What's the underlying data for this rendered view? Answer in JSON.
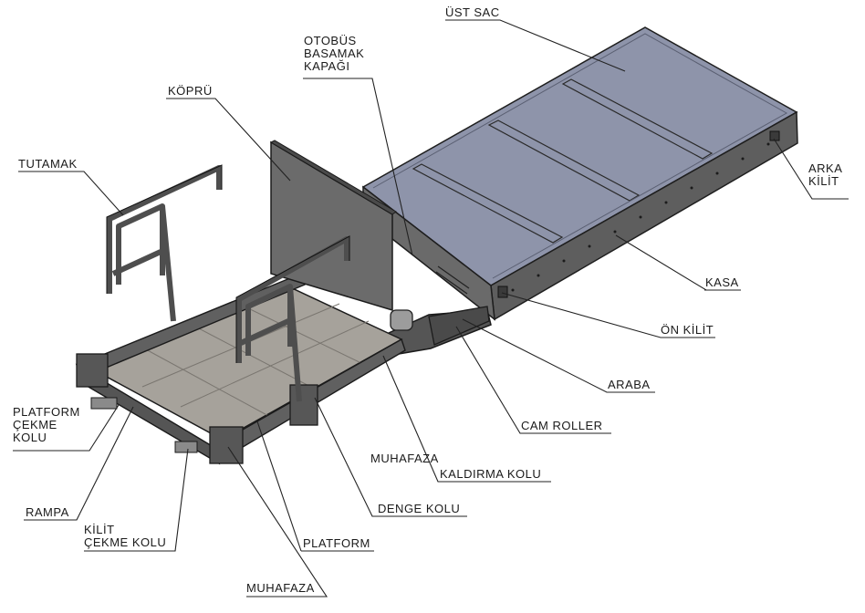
{
  "labels": {
    "ust_sac": "ÜST SAC",
    "otobus": [
      "OTOBÜS",
      "BASAMAK",
      "KAPAĞI"
    ],
    "kopru": "KÖPRÜ",
    "tutamak": "TUTAMAK",
    "arka_kilit": [
      "ARKA",
      "KİLİT"
    ],
    "kasa": "KASA",
    "on_kilit": "ÖN KİLİT",
    "araba": "ARABA",
    "cam_roller": "CAM ROLLER",
    "muhafaza_top": "MUHAFAZA",
    "kaldirma_kolu": "KALDIRMA KOLU",
    "denge_kolu": "DENGE KOLU",
    "platform_cekme": [
      "PLATFORM",
      "ÇEKME",
      "KOLU"
    ],
    "rampa": "RAMPA",
    "kilit_cekme": [
      "KİLİT",
      "ÇEKME KOLU"
    ],
    "platform": "PLATFORM",
    "muhafaza_bottom": "MUHAFAZA"
  },
  "colors": {
    "top_plate": "#8e94aa",
    "frame": "#5d5d5d",
    "bridge": "#6b6b6b",
    "floor": "#a6a29b",
    "leader": "#222222"
  }
}
